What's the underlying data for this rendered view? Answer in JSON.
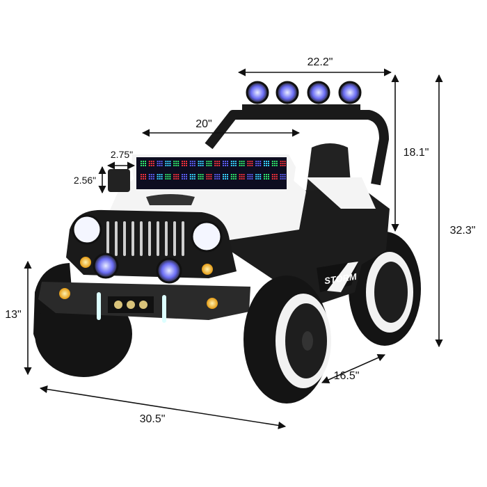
{
  "product": {
    "side_text": "STORM",
    "colors": {
      "body": "#f4f4f4",
      "trim": "#1a1a1a",
      "tire": "#141414",
      "amber": "#f7b52a",
      "led_blue": "#5a5cf0"
    }
  },
  "dimensions": {
    "roll_bar_width": "22.2\"",
    "windshield_width": "20\"",
    "mirror_width": "2.75\"",
    "mirror_height": "2.56\"",
    "roll_bar_height": "18.1\"",
    "total_height": "32.3\"",
    "front_height": "13\"",
    "width": "16.5\"",
    "length": "30.5\""
  }
}
